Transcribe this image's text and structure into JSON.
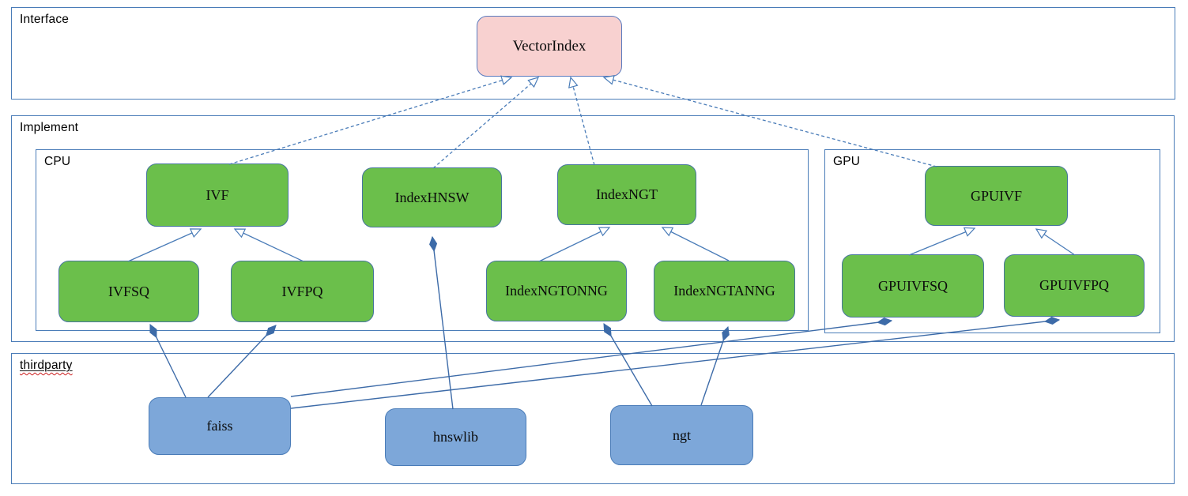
{
  "diagram": {
    "containers": {
      "interface": {
        "label": "Interface"
      },
      "implement": {
        "label": "Implement"
      },
      "cpu": {
        "label": "CPU"
      },
      "gpu": {
        "label": "GPU"
      },
      "thirdparty": {
        "label": "thirdparty"
      }
    },
    "nodes": {
      "vectorindex": {
        "label": "VectorIndex",
        "fill": "#f8d1d0",
        "group": "interface"
      },
      "ivf": {
        "label": "IVF",
        "fill": "#6bbf4b",
        "group": "cpu"
      },
      "indexhnsw": {
        "label": "IndexHNSW",
        "fill": "#6bbf4b",
        "group": "cpu"
      },
      "indexngt": {
        "label": "IndexNGT",
        "fill": "#6bbf4b",
        "group": "cpu"
      },
      "ivfsq": {
        "label": "IVFSQ",
        "fill": "#6bbf4b",
        "group": "cpu"
      },
      "ivfpq": {
        "label": "IVFPQ",
        "fill": "#6bbf4b",
        "group": "cpu"
      },
      "indexngtonng": {
        "label": "IndexNGTONNG",
        "fill": "#6bbf4b",
        "group": "cpu"
      },
      "indexngtanng": {
        "label": "IndexNGTANNG",
        "fill": "#6bbf4b",
        "group": "cpu"
      },
      "gpuivf": {
        "label": "GPUIVF",
        "fill": "#6bbf4b",
        "group": "gpu"
      },
      "gpuivfsq": {
        "label": "GPUIVFSQ",
        "fill": "#6bbf4b",
        "group": "gpu"
      },
      "gpuivfpq": {
        "label": "GPUIVFPQ",
        "fill": "#6bbf4b",
        "group": "gpu"
      },
      "faiss": {
        "label": "faiss",
        "fill": "#7da7d9",
        "group": "thirdparty"
      },
      "hnswlib": {
        "label": "hnswlib",
        "fill": "#7da7d9",
        "group": "thirdparty"
      },
      "ngt": {
        "label": "ngt",
        "fill": "#7da7d9",
        "group": "thirdparty"
      }
    },
    "edges": [
      {
        "from": "IVF",
        "to": "VectorIndex",
        "type": "realization-dashed-open-arrow"
      },
      {
        "from": "IndexHNSW",
        "to": "VectorIndex",
        "type": "realization-dashed-open-arrow"
      },
      {
        "from": "IndexNGT",
        "to": "VectorIndex",
        "type": "realization-dashed-open-arrow"
      },
      {
        "from": "GPUIVF",
        "to": "VectorIndex",
        "type": "realization-dashed-open-arrow"
      },
      {
        "from": "IVFSQ",
        "to": "IVF",
        "type": "generalization-hollow-arrow"
      },
      {
        "from": "IVFPQ",
        "to": "IVF",
        "type": "generalization-hollow-arrow"
      },
      {
        "from": "IndexNGTONNG",
        "to": "IndexNGT",
        "type": "generalization-hollow-arrow"
      },
      {
        "from": "IndexNGTANNG",
        "to": "IndexNGT",
        "type": "generalization-hollow-arrow"
      },
      {
        "from": "GPUIVFSQ",
        "to": "GPUIVF",
        "type": "generalization-hollow-arrow"
      },
      {
        "from": "GPUIVFPQ",
        "to": "GPUIVF",
        "type": "generalization-hollow-arrow"
      },
      {
        "from": "faiss",
        "to": "IVFSQ",
        "type": "composition-filled-diamond"
      },
      {
        "from": "faiss",
        "to": "IVFPQ",
        "type": "composition-filled-diamond"
      },
      {
        "from": "faiss",
        "to": "GPUIVFSQ",
        "type": "composition-filled-diamond"
      },
      {
        "from": "faiss",
        "to": "GPUIVFPQ",
        "type": "composition-filled-diamond"
      },
      {
        "from": "hnswlib",
        "to": "IndexHNSW",
        "type": "composition-filled-diamond"
      },
      {
        "from": "ngt",
        "to": "IndexNGTONNG",
        "type": "composition-filled-diamond"
      },
      {
        "from": "ngt",
        "to": "IndexNGTANNG",
        "type": "composition-filled-diamond"
      }
    ],
    "colors": {
      "line_blue": "#4a7cb8",
      "container_border": "#4a7cb8",
      "green_fill": "#6bbf4b",
      "blue_fill": "#7da7d9",
      "pink_fill": "#f8d1d0",
      "diamond_fill": "#3d6ba8",
      "spellcheck_underline": "#cc1f1f",
      "text": "#000000"
    }
  }
}
